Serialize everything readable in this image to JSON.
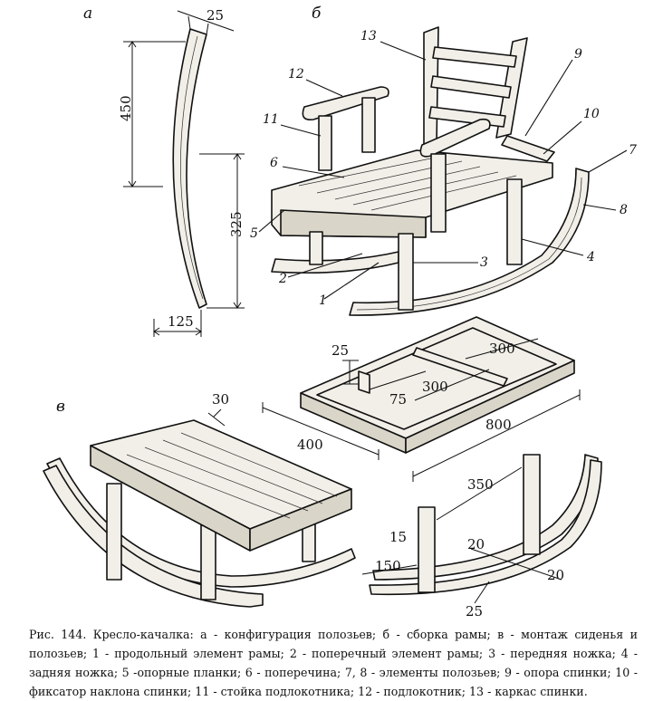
{
  "panels": {
    "a": "а",
    "b": "б",
    "v": "в"
  },
  "dimensions": {
    "runner_thickness": "25",
    "runner_sag": "450",
    "runner_length": "325",
    "runner_depth": "125",
    "frame_height": "25",
    "frame_inner_front": "300",
    "frame_offset": "75",
    "frame_inner_back": "300",
    "frame_width": "400",
    "frame_length": "800",
    "seat_slot": "30",
    "leg_spacing": "350",
    "leg_section": "15",
    "runner_gap": "150",
    "runner_w1": "20",
    "runner_w2": "20",
    "runner_w3": "25"
  },
  "callouts": [
    "1",
    "2",
    "3",
    "4",
    "5",
    "6",
    "7",
    "8",
    "9",
    "10",
    "11",
    "12",
    "13"
  ],
  "caption": "Рис. 144. Кресло-качалка: а - конфигурация полозьев; б - сборка рамы; в - монтаж сиденья и полозьев; 1 - продольный элемент рамы; 2 - поперечный элемент рамы; 3 - передняя ножка; 4 - задняя ножка; 5 -опорные планки; 6 - поперечина; 7, 8 - элементы полозьев; 9 - опора спинки; 10 - фиксатор наклона спинки; 11 - стойка подлокотника; 12 - подлокотник; 13 - каркас спинки."
}
